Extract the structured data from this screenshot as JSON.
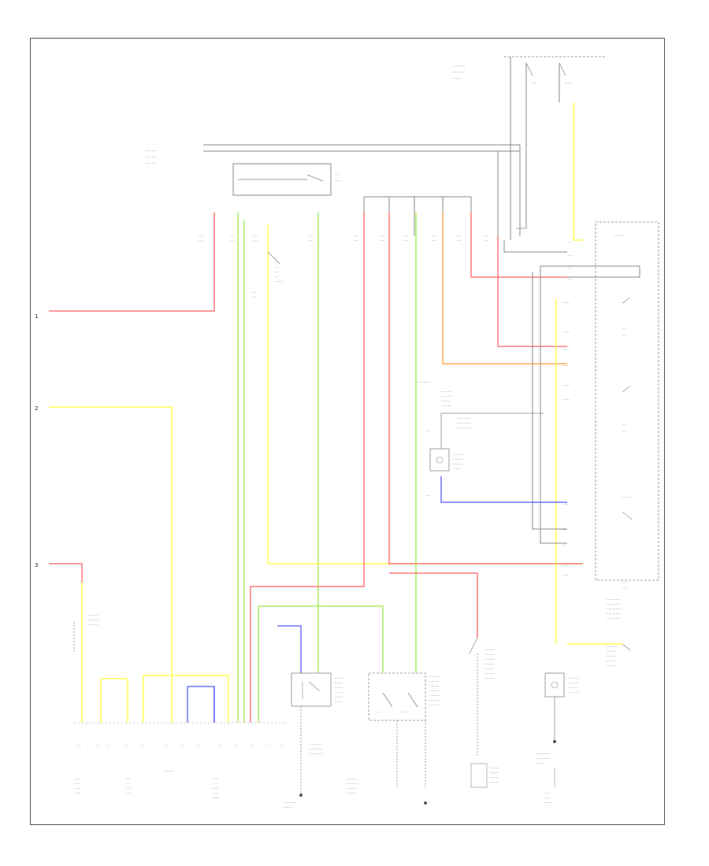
{
  "diagram": {
    "edge_labels": [
      "1",
      "2",
      "3"
    ],
    "colors": {
      "red": "#ff7a7a",
      "yellow": "#ffff55",
      "green": "#a8ee60",
      "orange": "#ffaa55",
      "blue": "#7070ff",
      "wire_gray": "#888888",
      "frame": "#555555"
    },
    "icons": [
      "switch-icon",
      "relay-icon",
      "ground-icon",
      "connector-icon"
    ]
  }
}
